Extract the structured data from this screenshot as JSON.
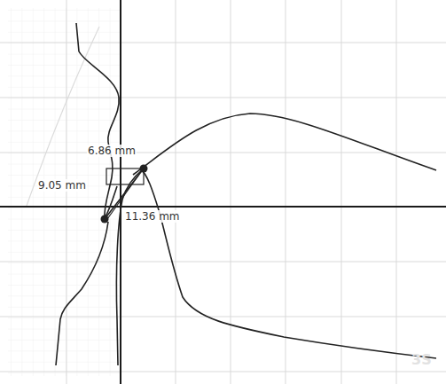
{
  "diagram": {
    "labels": [
      "6.86 mm",
      "9.05 mm",
      "11.36 mm",
      "3S"
    ]
  }
}
